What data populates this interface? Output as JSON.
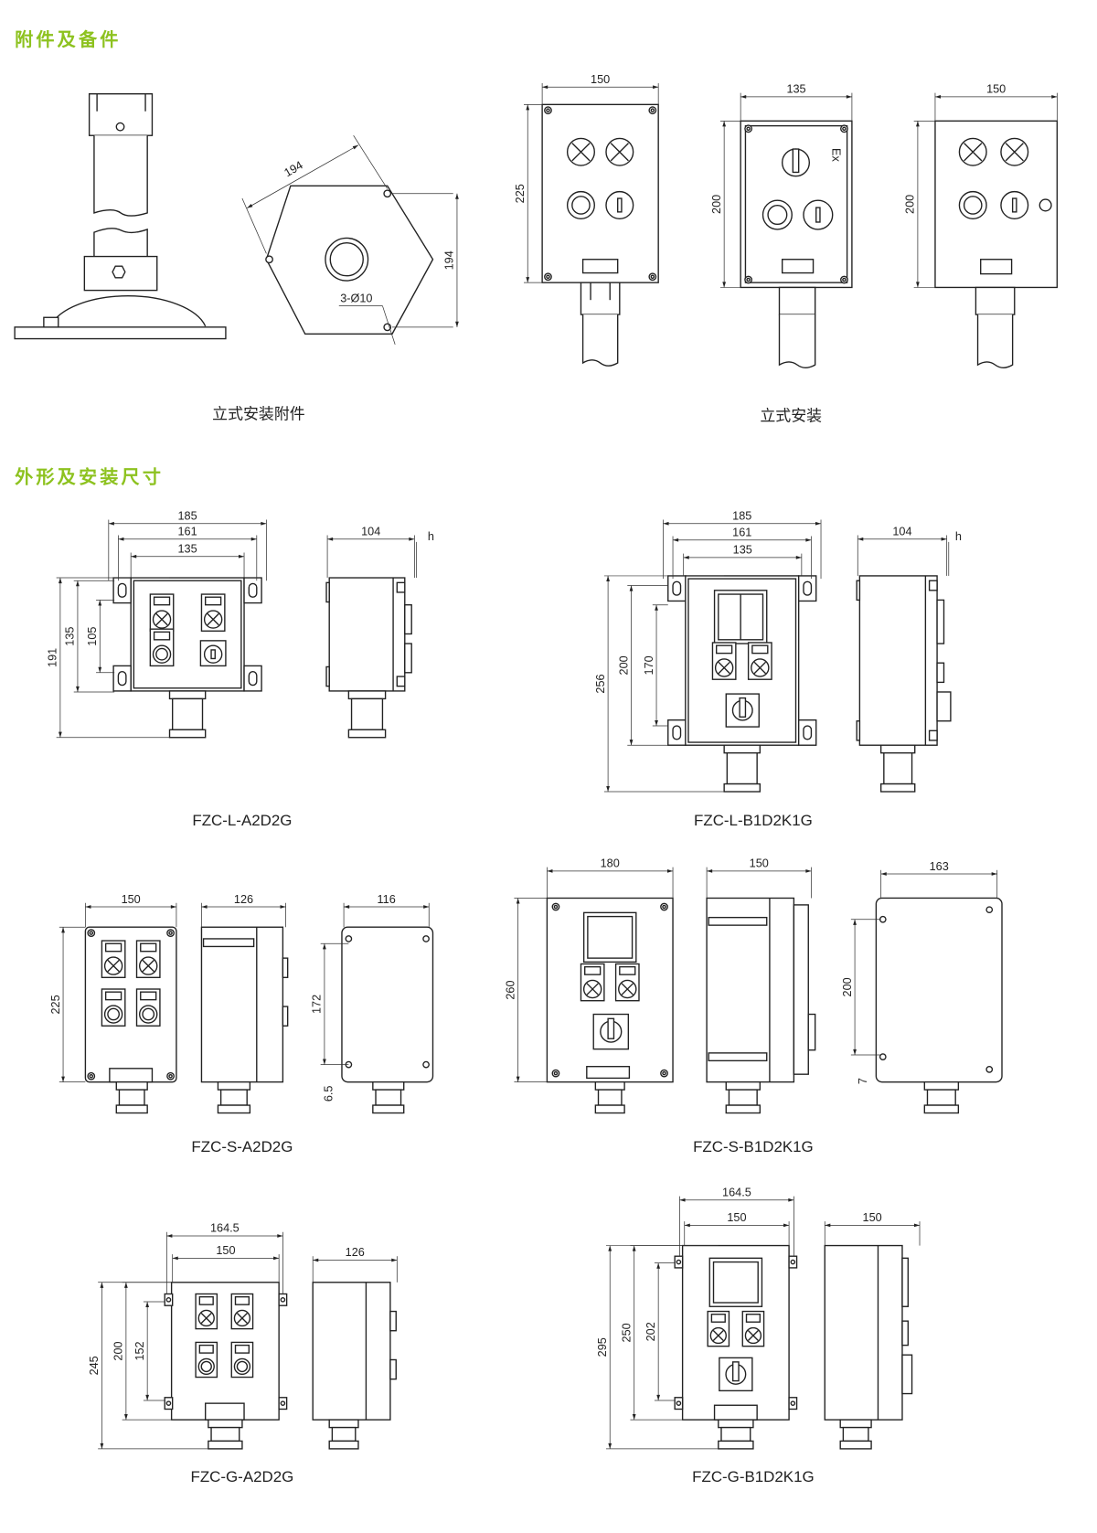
{
  "headings": {
    "accessories": "附件及备件",
    "dimensions": "外形及安装尺寸"
  },
  "colors": {
    "accent": "#8dc21f",
    "line": "#222222"
  },
  "captions": {
    "stand_accessory": "立式安装附件",
    "stand_mount": "立式安装"
  },
  "top": {
    "hex_diag": "194",
    "hex_height": "194",
    "holes": "3-Ø10",
    "box1_w": "150",
    "box1_h": "225",
    "box2_w": "135",
    "box2_h": "200",
    "box2_mark": "Ex",
    "box3_w": "150",
    "box3_h": "200"
  },
  "models": [
    {
      "name": "FZC-L-A2D2G",
      "dims": {
        "w1": "185",
        "w2": "161",
        "w3": "135",
        "h1": "191",
        "h2": "135",
        "h3": "105",
        "side_w": "104",
        "side_h": "h"
      }
    },
    {
      "name": "FZC-L-B1D2K1G",
      "dims": {
        "w1": "185",
        "w2": "161",
        "w3": "135",
        "h1": "256",
        "h2": "200",
        "h3": "170",
        "side_w": "104",
        "side_h": "h"
      }
    },
    {
      "name": "FZC-S-A2D2G",
      "dims": {
        "w1": "150",
        "h1": "225",
        "side_w": "126",
        "side2_w": "116",
        "side2_h": "172",
        "side2_off": "6.5"
      }
    },
    {
      "name": "FZC-S-B1D2K1G",
      "dims": {
        "w1": "180",
        "h1": "260",
        "side_w": "150",
        "side2_w": "163",
        "side2_h": "200",
        "side2_off": "7"
      }
    },
    {
      "name": "FZC-G-A2D2G",
      "dims": {
        "w1": "164.5",
        "w2": "150",
        "h1": "245",
        "h2": "200",
        "h3": "152",
        "side_w": "126"
      }
    },
    {
      "name": "FZC-G-B1D2K1G",
      "dims": {
        "w1": "164.5",
        "w2": "150",
        "h1": "295",
        "h2": "250",
        "h3": "202",
        "side_w": "150"
      }
    }
  ]
}
